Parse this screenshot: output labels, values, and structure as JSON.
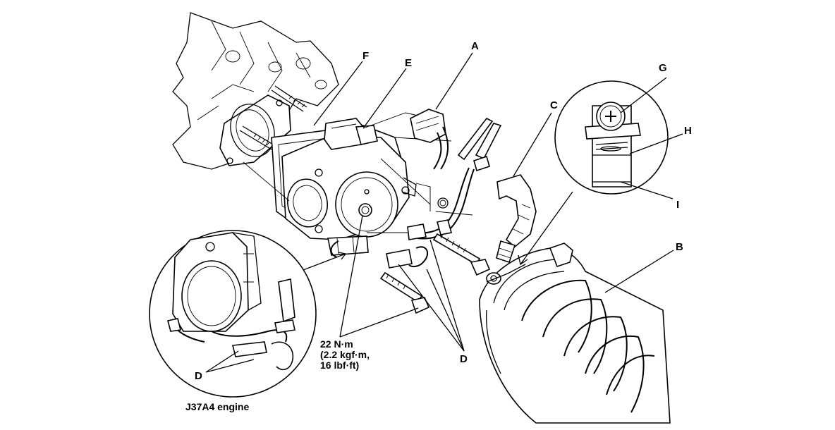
{
  "callouts": {
    "A": "A",
    "B": "B",
    "C": "C",
    "D_main": "D",
    "D_inset": "D",
    "E": "E",
    "F": "F",
    "G": "G",
    "H": "H",
    "I": "I"
  },
  "torque": {
    "line1": "22 N·m",
    "line2": "(2.2 kgf·m,",
    "line3": "16 lbf·ft)"
  },
  "inset_caption": "J37A4 engine"
}
